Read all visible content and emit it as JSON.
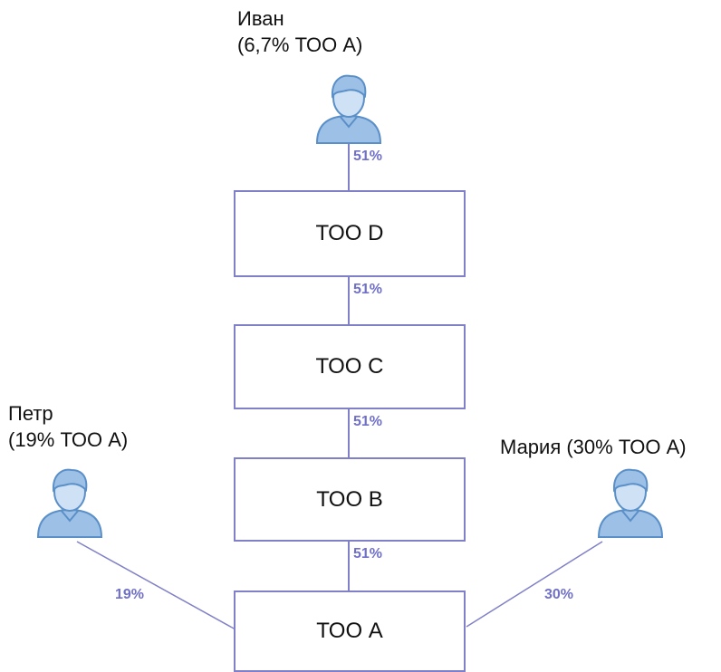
{
  "diagram": {
    "people": [
      {
        "id": "ivan",
        "name": "Иван",
        "share": "(6,7% ТОО А)"
      },
      {
        "id": "petr",
        "name": "Петр",
        "share": "(19% ТОО А)"
      },
      {
        "id": "maria",
        "label": "Мария (30% ТОО А)"
      }
    ],
    "companies": [
      {
        "id": "d",
        "label": "ТОО D"
      },
      {
        "id": "c",
        "label": "ТОО С"
      },
      {
        "id": "b",
        "label": "ТОО В"
      },
      {
        "id": "a",
        "label": "ТОО А"
      }
    ],
    "links": [
      {
        "from": "ivan",
        "to": "d",
        "label": "51%"
      },
      {
        "from": "d",
        "to": "c",
        "label": "51%"
      },
      {
        "from": "c",
        "to": "b",
        "label": "51%"
      },
      {
        "from": "b",
        "to": "a",
        "label": "51%"
      },
      {
        "from": "petr",
        "to": "a",
        "label": "19%"
      },
      {
        "from": "maria",
        "to": "a",
        "label": "30%"
      }
    ],
    "colors": {
      "line": "#8080c8",
      "label": "#7070c8",
      "icon_fill": "#9dc0e6",
      "icon_stroke": "#5a8fc8"
    },
    "icon": "person-icon"
  }
}
